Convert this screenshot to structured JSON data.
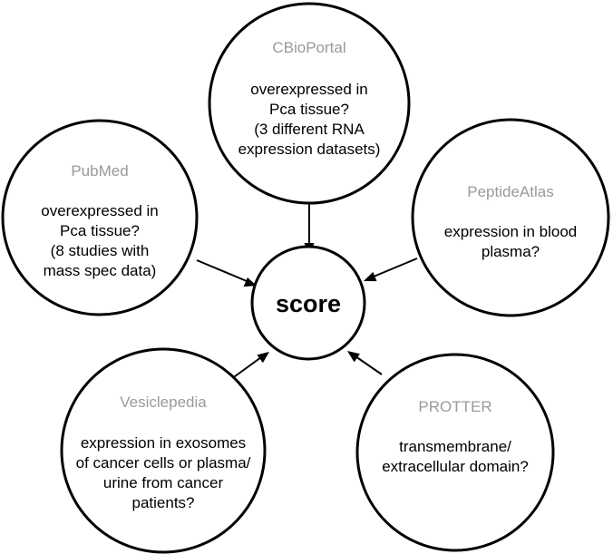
{
  "center": {
    "label": "score"
  },
  "nodes": [
    {
      "title": "CBioPortal",
      "lines": [
        "overexpressed in",
        "Pca tissue?",
        "(3 different RNA",
        "expression datasets)"
      ]
    },
    {
      "title": "PubMed",
      "lines": [
        "overexpressed in",
        "Pca tissue?",
        "(8 studies with",
        "mass spec data)"
      ]
    },
    {
      "title": "PeptideAtlas",
      "lines": [
        "expression in blood",
        "plasma?"
      ]
    },
    {
      "title": "Vesiclepedia",
      "lines": [
        "expression in exosomes",
        "of cancer cells or plasma/",
        "urine from cancer",
        "patients?"
      ]
    },
    {
      "title": "PROTTER",
      "lines": [
        "transmembrane/",
        "extracellular domain?"
      ]
    }
  ],
  "colors": {
    "title_text": "#9a9a9a",
    "body_text": "#000000",
    "stroke": "#000000",
    "background": "#ffffff"
  }
}
